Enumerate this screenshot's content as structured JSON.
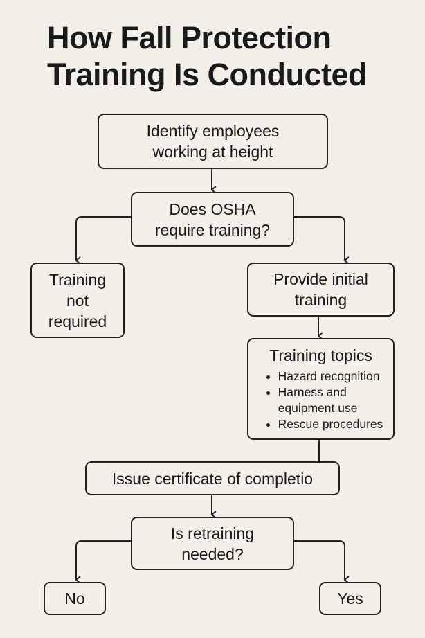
{
  "title": {
    "line1": "How Fall Protection",
    "line2": "Training Is Conducted"
  },
  "nodes": {
    "identify": {
      "line1": "Identify employees",
      "line2": "working at height"
    },
    "osha_question": {
      "line1": "Does OSHA",
      "line2": "require training?"
    },
    "not_required": {
      "line1": "Training",
      "line2": "not",
      "line3": "required"
    },
    "initial_training": {
      "line1": "Provide initial",
      "line2": "training"
    },
    "topics": {
      "heading": "Training topics",
      "items": [
        "Hazard recognition",
        "Harness and equipment use",
        "Rescue procedures"
      ]
    },
    "certificate": "Issue certificate of completio",
    "retraining_question": {
      "line1": "Is retraining",
      "line2": "needed?"
    },
    "no": "No",
    "yes": "Yes"
  },
  "colors": {
    "background": "#f3f0e8",
    "stroke": "#222222"
  }
}
